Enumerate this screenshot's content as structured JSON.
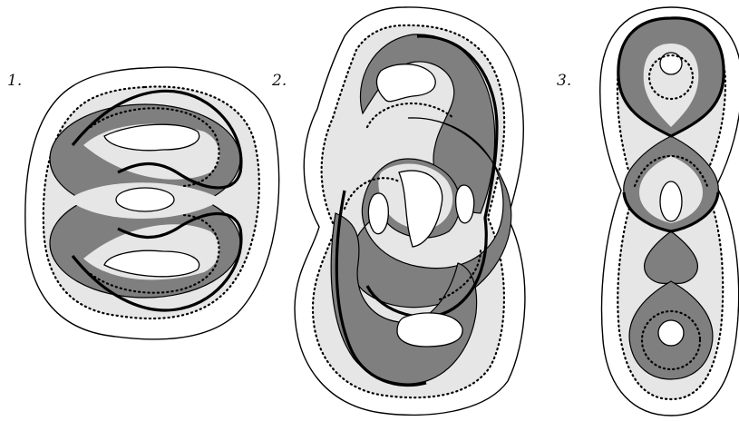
{
  "panels": [
    {
      "label": "1."
    },
    {
      "label": "2."
    },
    {
      "label": "3."
    }
  ],
  "colors": {
    "background": "#ffffff",
    "light_region": "#e6e6e6",
    "dark_region": "#7f7f7f",
    "stroke": "#000000"
  }
}
